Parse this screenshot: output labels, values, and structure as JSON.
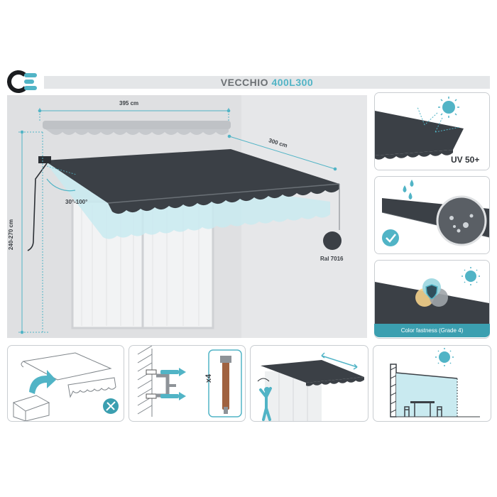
{
  "header": {
    "brand_name": "VECCHIO",
    "model": "400L300"
  },
  "dimensions": {
    "width": "395 cm",
    "depth": "300 cm",
    "height": "240-270 cm",
    "angle": "30°-100°"
  },
  "color": {
    "label": "Ral 7016",
    "swatch": "#3b4046"
  },
  "features": {
    "uv": "UV 50+",
    "color_fastness": "Color fastness (Grade 4)"
  },
  "install": {
    "screw_count": "x4"
  },
  "theme": {
    "awning": "#3b4046",
    "accent": "#51b4c6",
    "light_blue": "#c9eaf0"
  }
}
